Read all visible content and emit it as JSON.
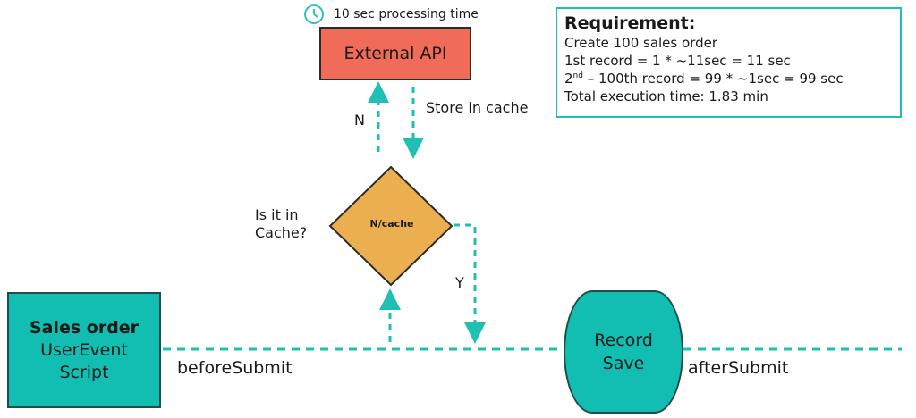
{
  "top": {
    "processing_time": "10 sec processing time",
    "api_label": "External API"
  },
  "arrows": {
    "store_in_cache": "Store in cache",
    "no_label": "N",
    "yes_label": "Y"
  },
  "decision": {
    "question_line1": "Is it in",
    "question_line2": "Cache?",
    "diamond_text": "N/cache"
  },
  "requirement": {
    "title": "Requirement:",
    "line1": "Create 100 sales order",
    "line2": "1st record  = 1 * ~11sec = 11 sec",
    "line3_prefix": "2",
    "line3_sup": "nd",
    "line3_rest": " – 100th record  = 99 * ~1sec = 99 sec",
    "line4": "Total execution time: 1.83 min"
  },
  "sales": {
    "title": "Sales order",
    "line1": "UserEvent",
    "line2": "Script"
  },
  "timeline": {
    "before_submit": "beforeSubmit",
    "after_submit": "afterSubmit"
  },
  "record": {
    "line1": "Record",
    "line2": "Save"
  },
  "colors": {
    "teal": "#12bdb1",
    "dash": "#1fbfb3",
    "api_red": "#f06b58",
    "diamond_orange": "#ecaf4f"
  },
  "icons": {
    "clock": "clock-icon"
  }
}
